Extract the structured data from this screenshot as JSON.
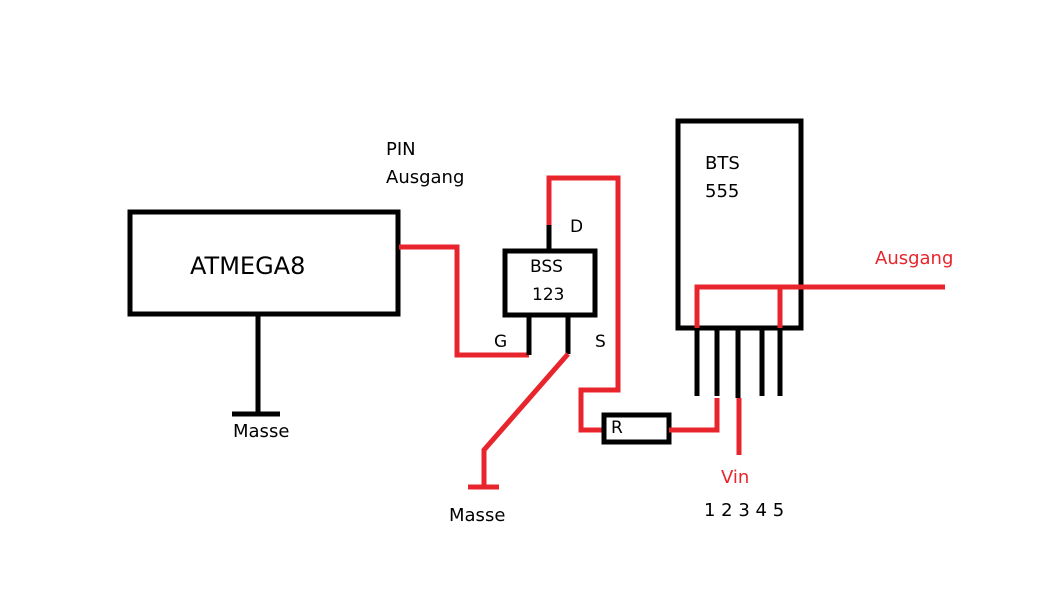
{
  "diagram": {
    "title": "",
    "colors": {
      "component": "#000000",
      "wire": "#e8242c",
      "red_label": "#e8242c"
    },
    "components": {
      "microcontroller": {
        "label": "ATMEGA8"
      },
      "transistor": {
        "line1": "BSS",
        "line2": "123",
        "pins": {
          "drain": "D",
          "gate": "G",
          "source": "S"
        }
      },
      "switch": {
        "line1": "BTS",
        "line2": "555",
        "pin_numbers": "1 2 3 4 5"
      },
      "resistor": {
        "label": "R"
      }
    },
    "labels": {
      "pin_output_line1": "PIN",
      "pin_output_line2": "Ausgang",
      "ground_mcu": "Masse",
      "ground_transistor": "Masse",
      "output": "Ausgang",
      "vin": "Vin"
    }
  }
}
